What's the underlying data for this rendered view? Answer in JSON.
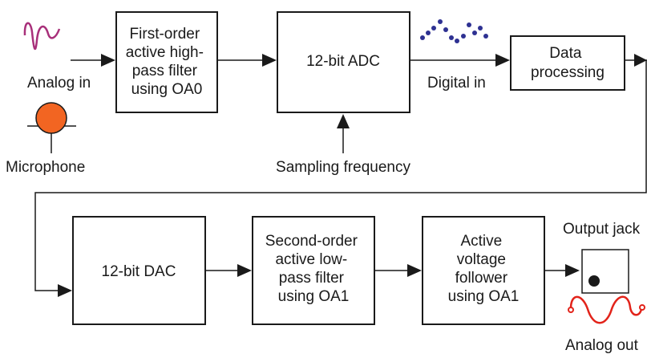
{
  "blocks": {
    "hpf": [
      "First-order",
      "active high-",
      "pass filter",
      "using OA0"
    ],
    "adc": [
      "12-bit ADC"
    ],
    "data_processing": [
      "Data",
      "processing"
    ],
    "dac": [
      "12-bit DAC"
    ],
    "lpf": [
      "Second-order",
      "active low-",
      "pass filter",
      "using OA1"
    ],
    "follower": [
      "Active",
      "voltage",
      "follower",
      "using OA1"
    ]
  },
  "labels": {
    "analog_in": "Analog in",
    "microphone": "Microphone",
    "digital_in": "Digital in",
    "sampling_frequency": "Sampling frequency",
    "output_jack": "Output jack",
    "analog_out": "Analog out"
  },
  "colors": {
    "line": "#1a1a1a",
    "analog_wave": "#a8307a",
    "microphone": "#f26522",
    "samples": "#2e3192",
    "output_wave": "#e2231a"
  }
}
